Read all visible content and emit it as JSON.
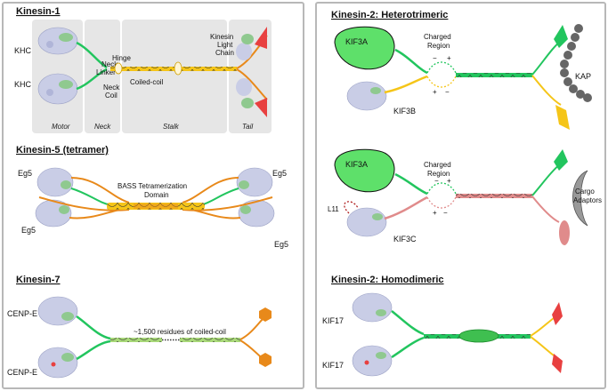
{
  "kinesin1": {
    "title": "Kinesin-1",
    "khc_top": "KHC",
    "khc_bottom": "KHC",
    "neck_linker_1": "Neck",
    "neck_linker_2": "Linker",
    "hinge": "Hinge",
    "neck_coil_1": "Neck",
    "neck_coil_2": "Coil",
    "coiled_coil": "Coiled-coil",
    "klc_1": "Kinesin",
    "klc_2": "Light",
    "klc_3": "Chain",
    "regions": [
      "Motor",
      "Neck",
      "Stalk",
      "Tail"
    ]
  },
  "kinesin5": {
    "title": "Kinesin-5 (tetramer)",
    "eg5_tl": "Eg5",
    "eg5_bl": "Eg5",
    "eg5_tr": "Eg5",
    "eg5_br": "Eg5",
    "bass_1": "BASS Tetramerization",
    "bass_2": "Domain"
  },
  "kinesin7": {
    "title": "Kinesin-7",
    "cenpe_top": "CENP-E",
    "cenpe_bottom": "CENP-E",
    "coil_note": "~1,500 residues of coiled-coil"
  },
  "kinesin2_hetero": {
    "title": "Kinesin-2: Heterotrimeric",
    "kif3a_top": "KIF3A",
    "kif3b": "KIF3B",
    "charged_1": "Charged",
    "charged_2": "Region",
    "kap": "KAP",
    "kif3a_bottom": "KIF3A",
    "kif3c": "KIF3C",
    "l11": "L11",
    "charged_b1": "Charged",
    "charged_b2": "Region",
    "cargo_1": "Cargo",
    "cargo_2": "Adaptors"
  },
  "kinesin2_homo": {
    "title": "Kinesin-2: Homodimeric",
    "kif17_top": "KIF17",
    "kif17_bottom": "KIF17"
  },
  "colors": {
    "green": "#22c55e",
    "yellow": "#f5c518",
    "orange": "#e8891a",
    "red": "#e84040",
    "pink": "#e08b8b",
    "gray": "#777777",
    "motor": "#c9cde6"
  }
}
